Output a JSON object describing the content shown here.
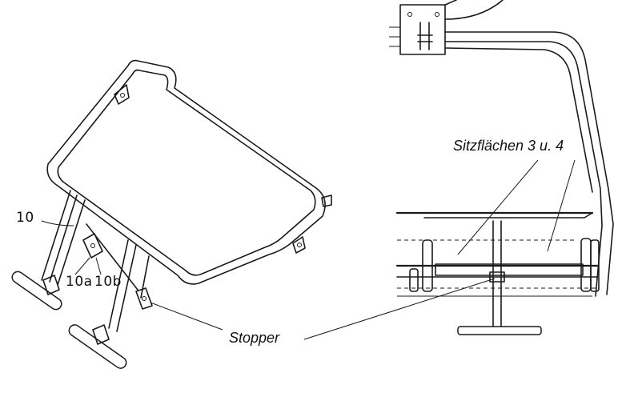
{
  "labels": {
    "part_10": "10",
    "part_10a": "10a",
    "part_10b": "10b",
    "stopper": "Stopper",
    "seats": "Sitzflächen 3 u. 4"
  },
  "colors": {
    "ink": "#1a1a1a",
    "background": "#ffffff"
  }
}
